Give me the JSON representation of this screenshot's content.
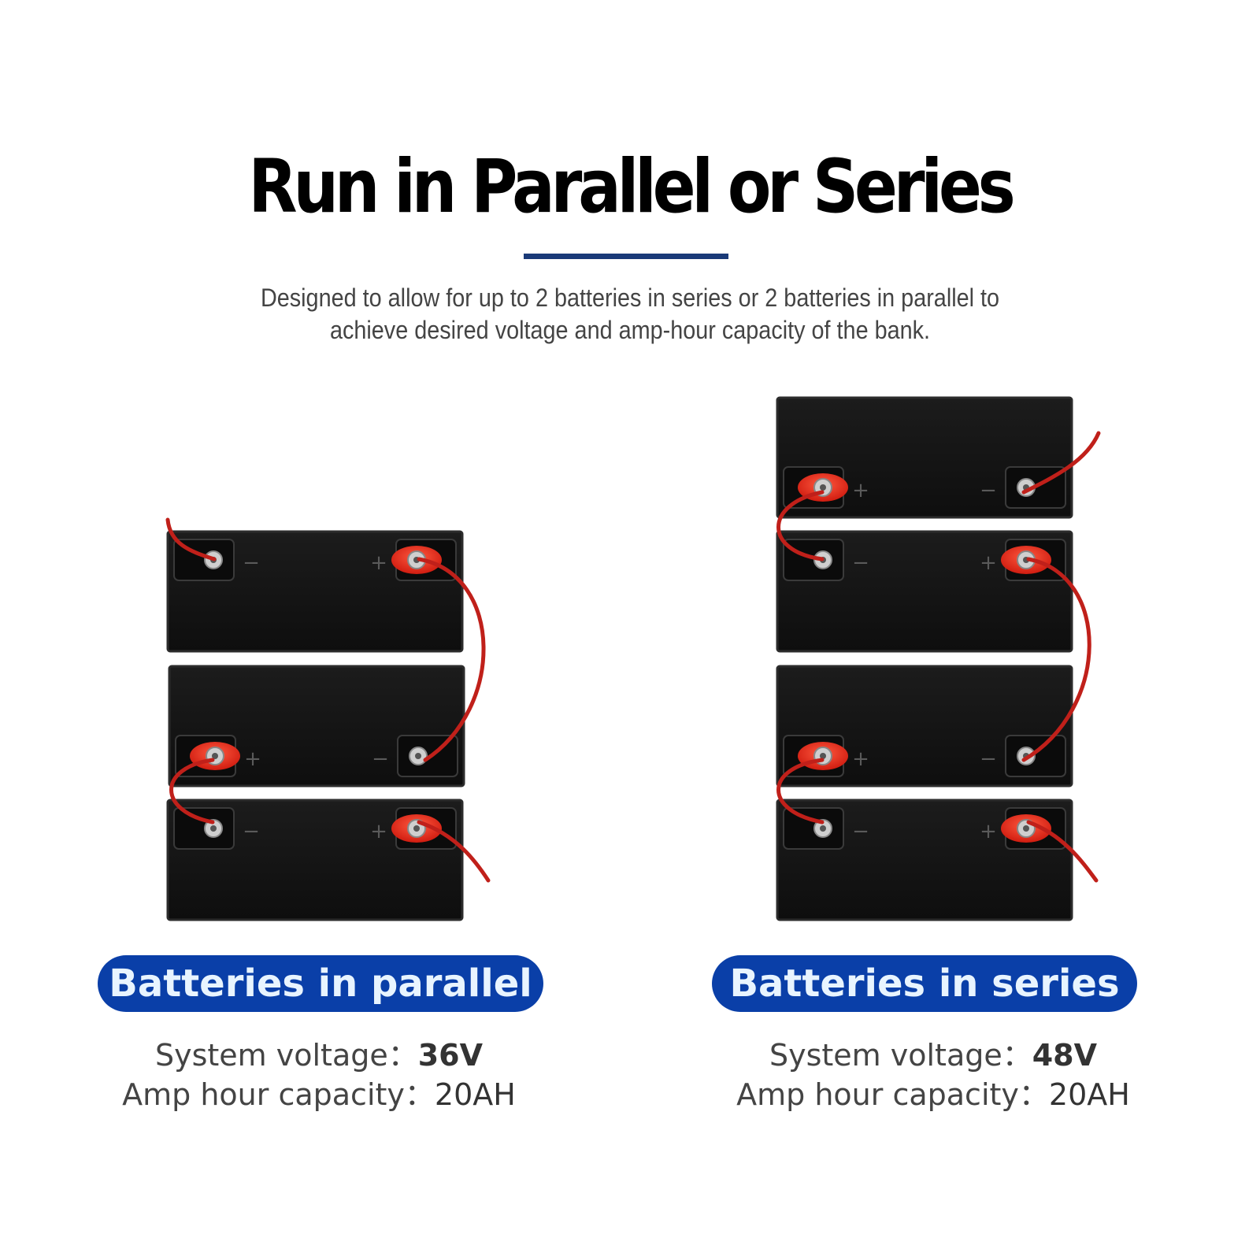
{
  "header": {
    "title": "Run in Parallel or Series",
    "subtitle_line1": "Designed to allow for up to 2 batteries in series or 2 batteries in parallel to",
    "subtitle_line2": "achieve desired voltage and amp-hour capacity of the bank."
  },
  "panels": {
    "parallel": {
      "label": "Batteries in parallel",
      "voltage_label": "System voltage：",
      "voltage_value": "36V",
      "capacity_label": "Amp hour capacity：",
      "capacity_value": "20AH"
    },
    "series": {
      "label": "Batteries in series",
      "voltage_label": "System voltage：",
      "voltage_value": "48V",
      "capacity_label": "Amp hour capacity：",
      "capacity_value": "20AH"
    }
  },
  "terminals": {
    "plus": "+",
    "minus": "−"
  },
  "colors": {
    "pill_background": "#0a3fa8",
    "pill_text": "#e8f4ff",
    "divider": "#1a3a78",
    "battery": "#141414",
    "positive_terminal": "#e8321e",
    "wire": "#c0201a"
  }
}
